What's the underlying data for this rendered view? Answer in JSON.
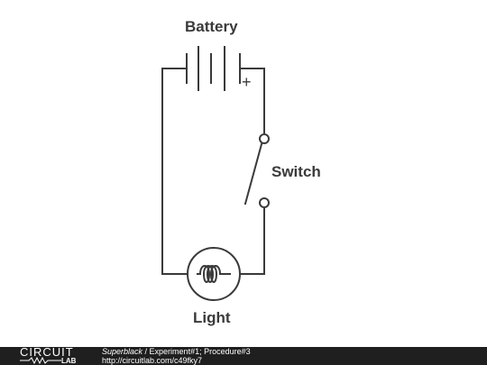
{
  "diagram": {
    "labels": {
      "battery": "Battery",
      "switch": "Switch",
      "light": "Light"
    },
    "battery_polarity": "+"
  },
  "footer": {
    "logo_top": "CIRCUIT",
    "logo_bottom": "LAB",
    "user": "Superblack",
    "separator": " / ",
    "title": "Experiment#1; Procedure#3",
    "url": "http://circuitlab.com/c49fky7"
  },
  "colors": {
    "wire": "#3a3a3a",
    "footer_bg": "#1f1f1f",
    "footer_text": "#ffffff"
  }
}
